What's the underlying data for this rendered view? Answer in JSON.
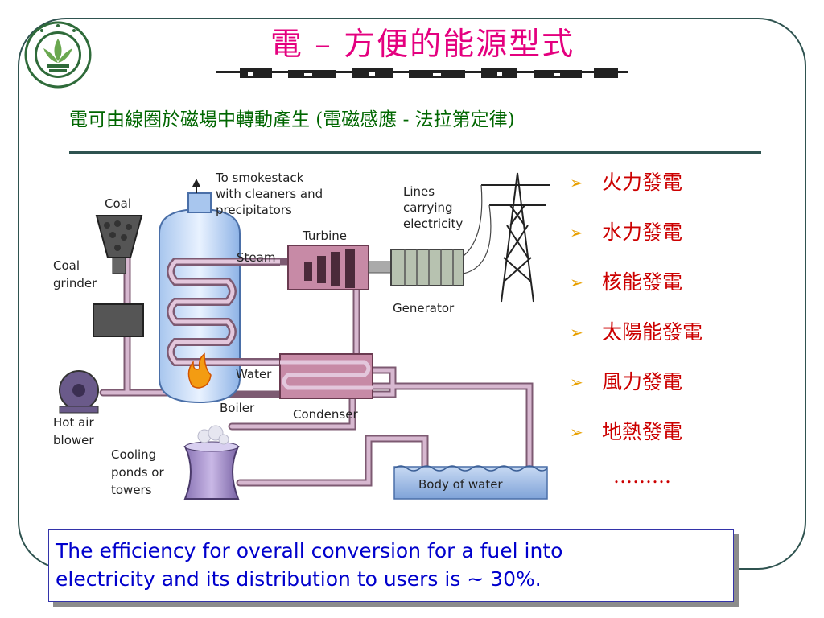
{
  "title": "電 – 方便的能源型式",
  "subtitle": "電可由線圈於磁場中轉動產生 (電磁感應 - 法拉第定律)",
  "diagram": {
    "labels": {
      "smokestack": [
        "To smokestack",
        "with cleaners and",
        "precipitators"
      ],
      "coal": "Coal",
      "coal_grinder": [
        "Coal",
        "grinder"
      ],
      "hot_air_blower": [
        "Hot air",
        "blower"
      ],
      "turbine": "Turbine",
      "steam": "Steam",
      "lines": [
        "Lines",
        "carrying",
        "electricity"
      ],
      "generator": "Generator",
      "water": "Water",
      "boiler": "Boiler",
      "condenser": "Condenser",
      "cooling": [
        "Cooling",
        "ponds or",
        "towers"
      ],
      "body_of_water": "Body of water"
    }
  },
  "bullets": [
    "火力發電",
    "水力發電",
    "核能發電",
    "太陽能發電",
    "風力發電",
    "地熱發電"
  ],
  "ellipsis": "………",
  "note": [
    "The efficiency for overall conversion for a fuel into",
    "electricity and its distribution to users is ~ 30%."
  ],
  "colors": {
    "title": "#e4007f",
    "subtitle": "#006600",
    "bullet_text": "#cc0000",
    "bullet_mark": "#e8a000",
    "note_text": "#0000cc",
    "frame": "#2f5350"
  }
}
